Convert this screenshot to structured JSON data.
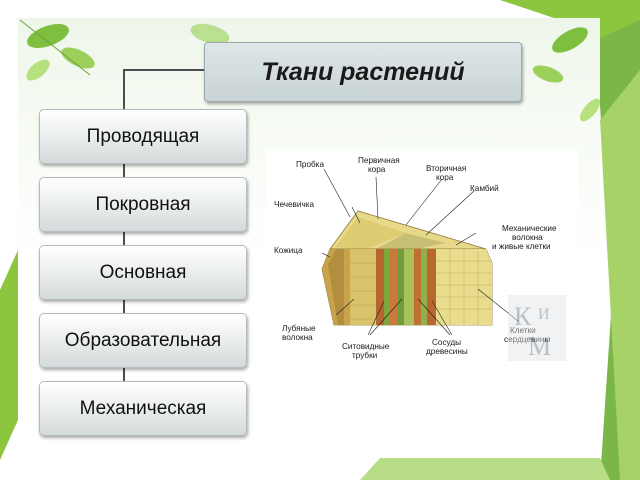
{
  "slide": {
    "title": "Ткани растений",
    "categories": [
      "Проводящая",
      "Покровная",
      "Основная",
      "Образовательная",
      "Механическая"
    ]
  },
  "diagram": {
    "labels": {
      "probka": "Пробка",
      "pervichnaya_1": "Первичная",
      "pervichnaya_2": "кора",
      "vtorichnaya_1": "Вторичная",
      "vtorichnaya_2": "кора",
      "kambiy": "Камбий",
      "chechevichka": "Чечевичка",
      "mekh_1": "Механические",
      "mekh_2": "волокна",
      "mekh_3": "и живые клетки",
      "kozhitsa": "Кожица",
      "lub_1": "Лубяные",
      "lub_2": "волокна",
      "sito_1": "Ситовидные",
      "sito_2": "трубки",
      "sosudy_1": "Сосуды",
      "sosudy_2": "древесины",
      "serdts_1": "Клетки",
      "serdts_2": "сердцевины"
    },
    "logo_letters": "КИМ"
  },
  "colors": {
    "accent_green": "#8cc63f",
    "title_box": "#c8d3d6"
  }
}
